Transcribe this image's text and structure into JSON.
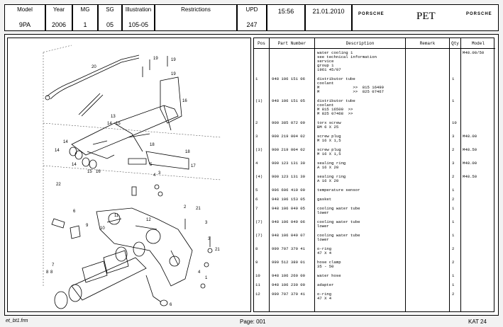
{
  "header": {
    "model": {
      "label": "Model",
      "value": "9PA"
    },
    "year": {
      "label": "Year",
      "value": "2006"
    },
    "mg": {
      "label": "MG",
      "value": "1"
    },
    "sg": {
      "label": "SG",
      "value": "05"
    },
    "illustration": {
      "label": "Illustration",
      "value": "105-05"
    },
    "restrictions": {
      "label": "Restrictions",
      "value": ""
    },
    "upd": {
      "label": "UPD",
      "value": "247"
    },
    "time": "15:56",
    "date": "21.01.2010",
    "logo_left": "PORSCHE",
    "pet": "PET",
    "logo_right": "PORSCHE"
  },
  "table": {
    "columns": {
      "pos": "Pos",
      "part": "Part Number",
      "desc": "Description",
      "remark": "Remark",
      "qty": "Qty",
      "model": "Model"
    },
    "rows": [
      {
        "pos": "",
        "part": "",
        "desc": [
          "water cooling 1",
          "see technical information",
          "service",
          "group 1",
          "1961 45/07"
        ],
        "qty": "",
        "model": "M48.00/50"
      },
      {
        "pos": "1",
        "part": "948 106 151 06",
        "desc": [
          "distributor tube",
          "coolant",
          "M              >>  815 16499",
          "M              >>  825 07467"
        ],
        "qty": "1",
        "model": ""
      },
      {
        "pos": "(1)",
        "part": "948 106 151 05",
        "desc": [
          "distributor tube",
          "coolant",
          "M 815 16500  >>",
          "M 825 07468  >>"
        ],
        "qty": "1",
        "model": ""
      },
      {
        "pos": "2",
        "part": "900 385 072 09",
        "desc": [
          "torx screw",
          "BM 6 X 25"
        ],
        "qty": "10",
        "model": ""
      },
      {
        "pos": "3",
        "part": "900 219 004 02",
        "desc": [
          "screw plug",
          "M 16 X 1,5"
        ],
        "qty": "3",
        "model": "M48.00"
      },
      {
        "pos": "(3)",
        "part": "900 219 004 02",
        "desc": [
          "screw plug",
          "M 16 X 1,5"
        ],
        "qty": "2",
        "model": "M48.50"
      },
      {
        "pos": "4",
        "part": "900 123 131 30",
        "desc": [
          "sealing ring",
          "A 16 X 20"
        ],
        "qty": "3",
        "model": "M48.00"
      },
      {
        "pos": "(4)",
        "part": "900 123 131 30",
        "desc": [
          "sealing ring",
          "A 16 X 20"
        ],
        "qty": "2",
        "model": "M48.50"
      },
      {
        "pos": "5",
        "part": "996 606 410 00",
        "desc": [
          "temperature sensor"
        ],
        "qty": "1",
        "model": ""
      },
      {
        "pos": "6",
        "part": "948 106 153 05",
        "desc": [
          "gasket"
        ],
        "qty": "2",
        "model": ""
      },
      {
        "pos": "7",
        "part": "948 106 049 05",
        "desc": [
          "cooling water tube",
          "lower"
        ],
        "qty": "1",
        "model": ""
      },
      {
        "pos": "(7)",
        "part": "948 106 049 06",
        "desc": [
          "cooling water tube",
          "lower"
        ],
        "qty": "1",
        "model": ""
      },
      {
        "pos": "(7)",
        "part": "948 106 049 07",
        "desc": [
          "cooling water tube",
          "lower"
        ],
        "qty": "1",
        "model": ""
      },
      {
        "pos": "8",
        "part": "999 707 370 41",
        "desc": [
          "o-ring",
          "47 X 4"
        ],
        "qty": "2",
        "model": ""
      },
      {
        "pos": "9",
        "part": "999 512 389 01",
        "desc": [
          "hose clamp",
          "35 - 50"
        ],
        "qty": "2",
        "model": ""
      },
      {
        "pos": "10",
        "part": "948 106 260 00",
        "desc": [
          "water hose"
        ],
        "qty": "1",
        "model": ""
      },
      {
        "pos": "11",
        "part": "948 106 230 00",
        "desc": [
          "adapter"
        ],
        "qty": "1",
        "model": ""
      },
      {
        "pos": "12",
        "part": "999 707 370 41",
        "desc": [
          "o-ring",
          "47 X 4"
        ],
        "qty": "2",
        "model": ""
      }
    ]
  },
  "callouts": [
    "19",
    "19",
    "19",
    "20",
    "16",
    "13",
    "14",
    "15",
    "14",
    "14",
    "18",
    "18",
    "14",
    "15",
    "16",
    "17",
    "5",
    "4",
    "3",
    "22",
    "2",
    "21",
    "3",
    "6",
    "9",
    "10",
    "11",
    "12",
    "7",
    "8",
    "8",
    "3",
    "21",
    "4",
    "1",
    "6"
  ],
  "footer": {
    "file": "et_bt1.frm",
    "page": "Page: 001",
    "kat": "KAT 24"
  }
}
